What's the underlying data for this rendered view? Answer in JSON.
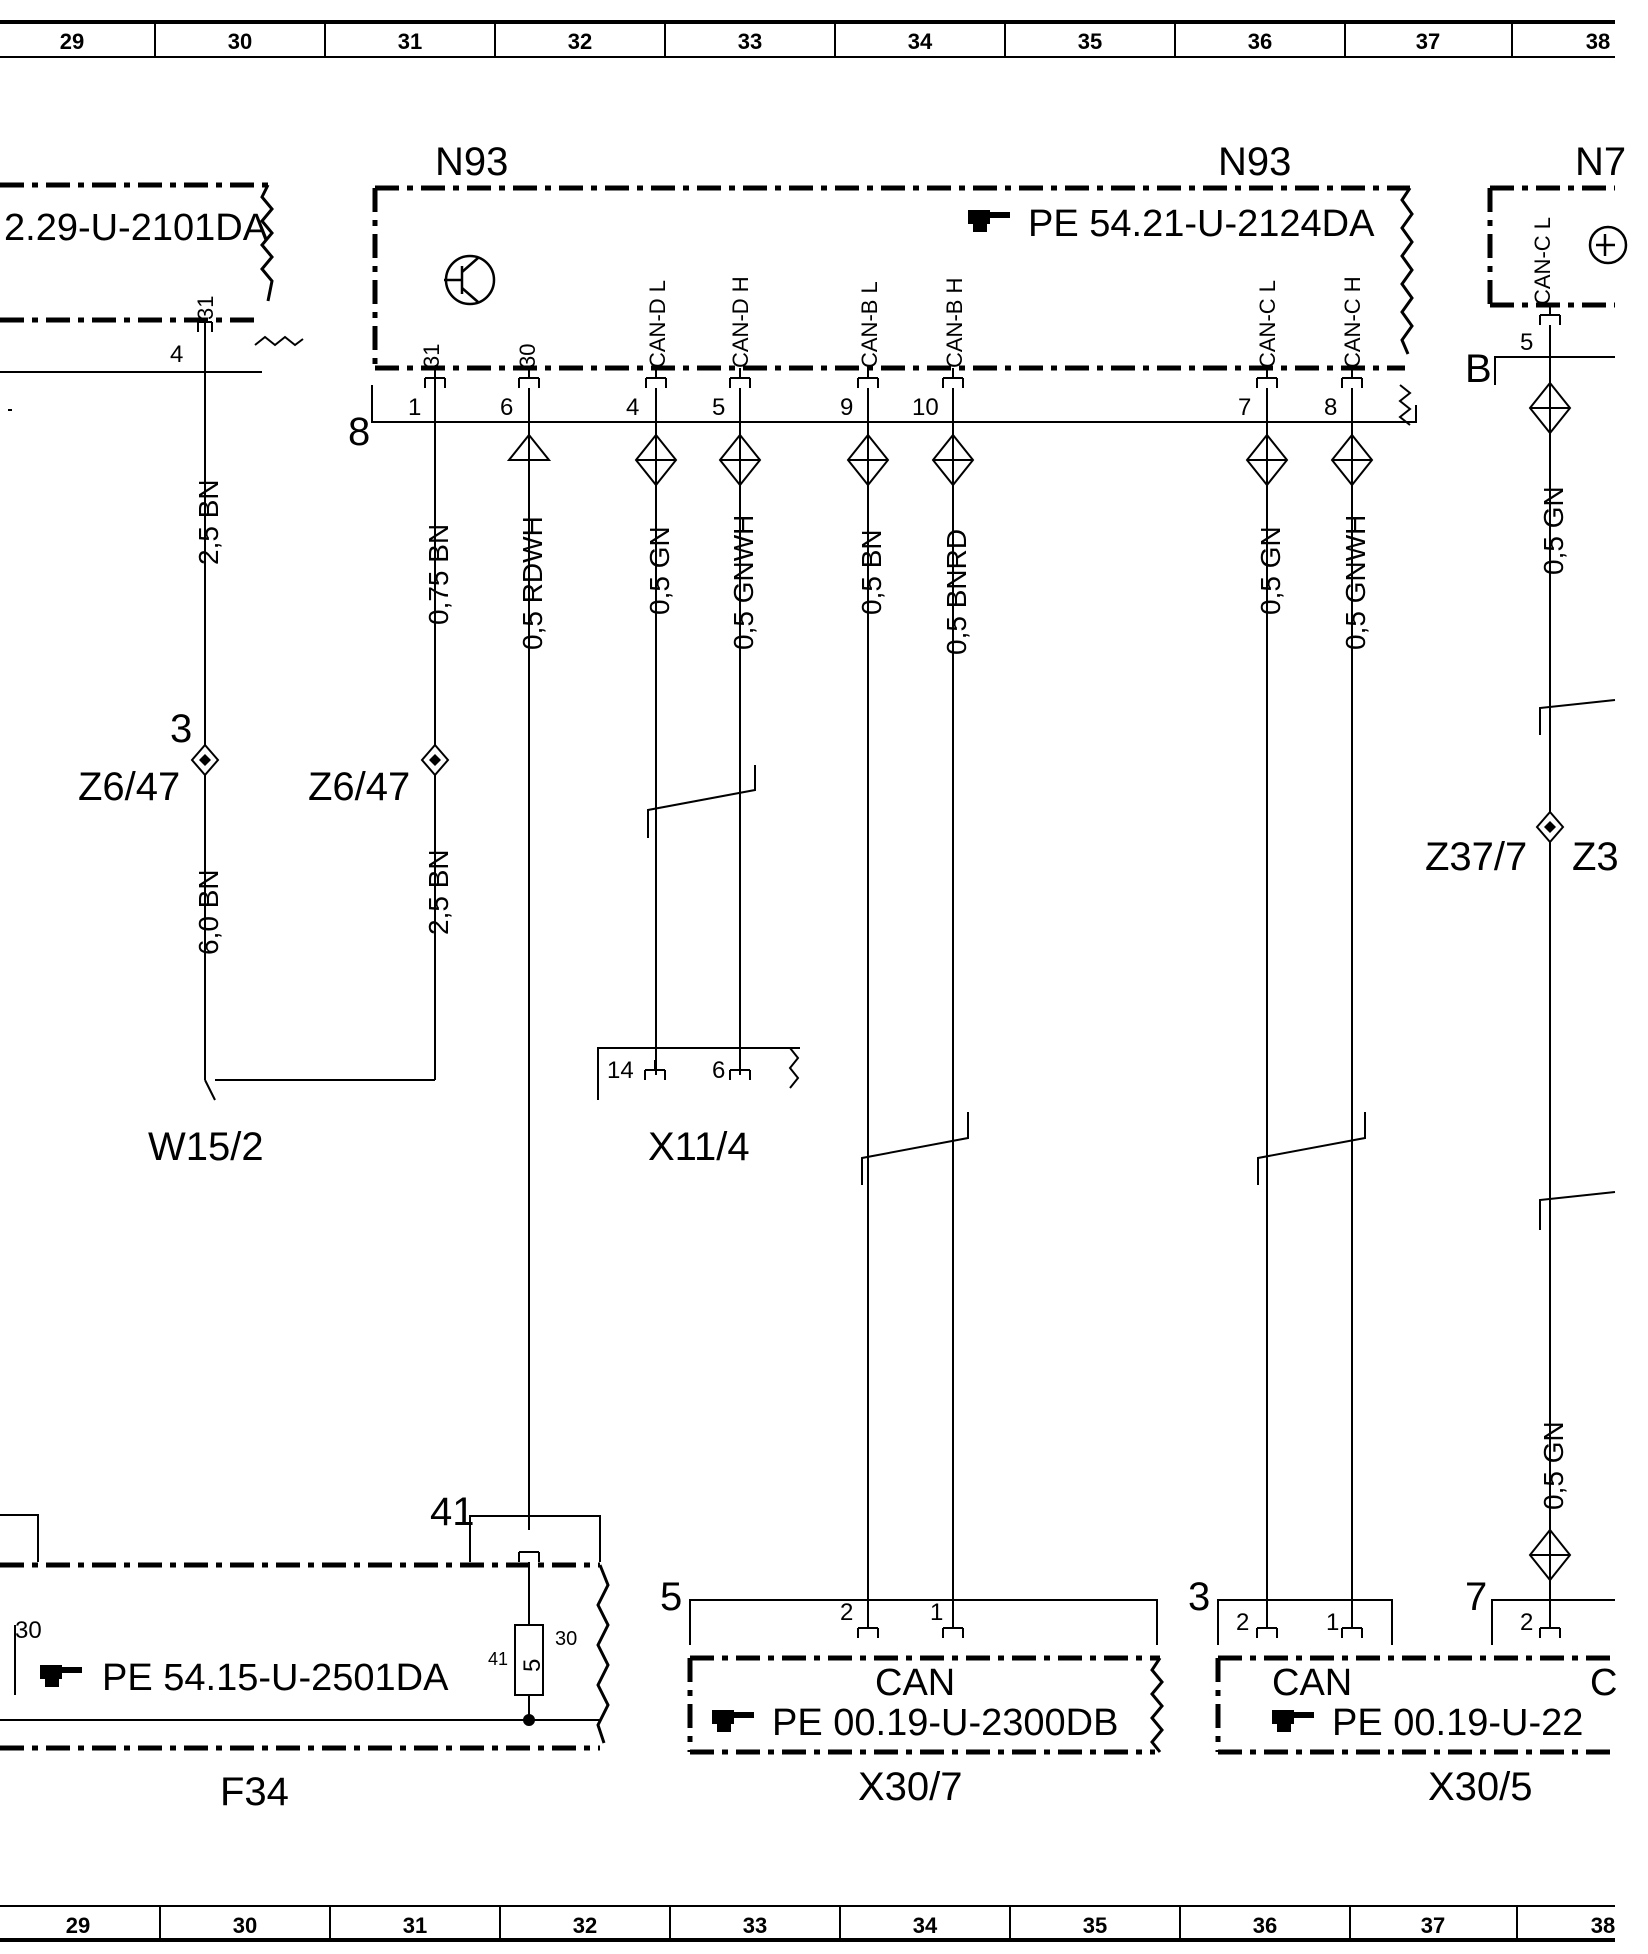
{
  "ruler": {
    "columns": [
      "29",
      "30",
      "31",
      "32",
      "33",
      "34",
      "35",
      "36",
      "37",
      "38"
    ]
  },
  "components": {
    "n93_left_label": "N93",
    "n93_right_label": "N93",
    "n7_label": "N7",
    "n93_ref": "PE 54.21-U-2124DA",
    "left_module_ref": "2.29-U-2101DA",
    "f34_label": "F34",
    "f34_ref": "PE 54.15-U-2501DA",
    "f34_fuse": "5",
    "x30_7_label": "X30/7",
    "x30_7_ref": "PE 00.19-U-2300DB",
    "x30_7_can": "CAN",
    "x30_5_label": "X30/5",
    "x30_5_ref": "PE 00.19-U-22",
    "x30_5_can": "CAN",
    "x30_5_c": "C",
    "w15_2_label": "W15/2",
    "x11_4_label": "X11/4",
    "z6_47_a": "Z6/47",
    "z6_47_b": "Z6/47",
    "z37_7": "Z37/7",
    "z3_partial": "Z3"
  },
  "connectors": {
    "can_d_l": "CAN-D L",
    "can_d_h": "CAN-D H",
    "can_b_l": "CAN-B L",
    "can_b_h": "CAN-B H",
    "can_c_l": "CAN-C L",
    "can_c_h": "CAN-C H",
    "can_c_l_n7": "CAN-C L",
    "p31": "31",
    "p30": "30",
    "p31_left": "31"
  },
  "pins": {
    "n93_pin1": "1",
    "n93_pin6": "6",
    "n93_pin4": "4",
    "n93_pin5": "5",
    "n93_pin9": "9",
    "n93_pin10": "10",
    "n93_pin7": "7",
    "n93_pin8": "8",
    "n93_group": "8",
    "left_pin4": "4",
    "n7_pin5": "5",
    "n7_group": "B",
    "z6_47_pin": "3",
    "x11_pin14": "14",
    "x11_pin6": "6",
    "f34_41": "41",
    "f34_41_small": "41",
    "f34_30": "30",
    "f34_30_left": "30",
    "x30_7_group": "5",
    "x30_7_pin2": "2",
    "x30_7_pin1": "1",
    "x30_5_group": "3",
    "x30_5_pin2": "2",
    "x30_5_pin1": "1",
    "x30_5b_group": "7",
    "x30_5b_pin2": "2"
  },
  "wires": {
    "w_left_bn_25": "2,5 BN",
    "w_left_bn_60": "6,0 BN",
    "w_31_bn_075": "0,75 BN",
    "w_31_bn_25": "2,5 BN",
    "w_rdwh": "0,5 RDWH",
    "w_gn_d": "0,5 GN",
    "w_gnwh_d": "0,5 GNWH",
    "w_bn_b": "0,5 BN",
    "w_bnrd_b": "0,5 BNRD",
    "w_gn_c": "0,5 GN",
    "w_gnwh_c": "0,5 GNWH",
    "w_n7_gn_top": "0,5 GN",
    "w_n7_gn_bottom": "0,5 GN"
  }
}
